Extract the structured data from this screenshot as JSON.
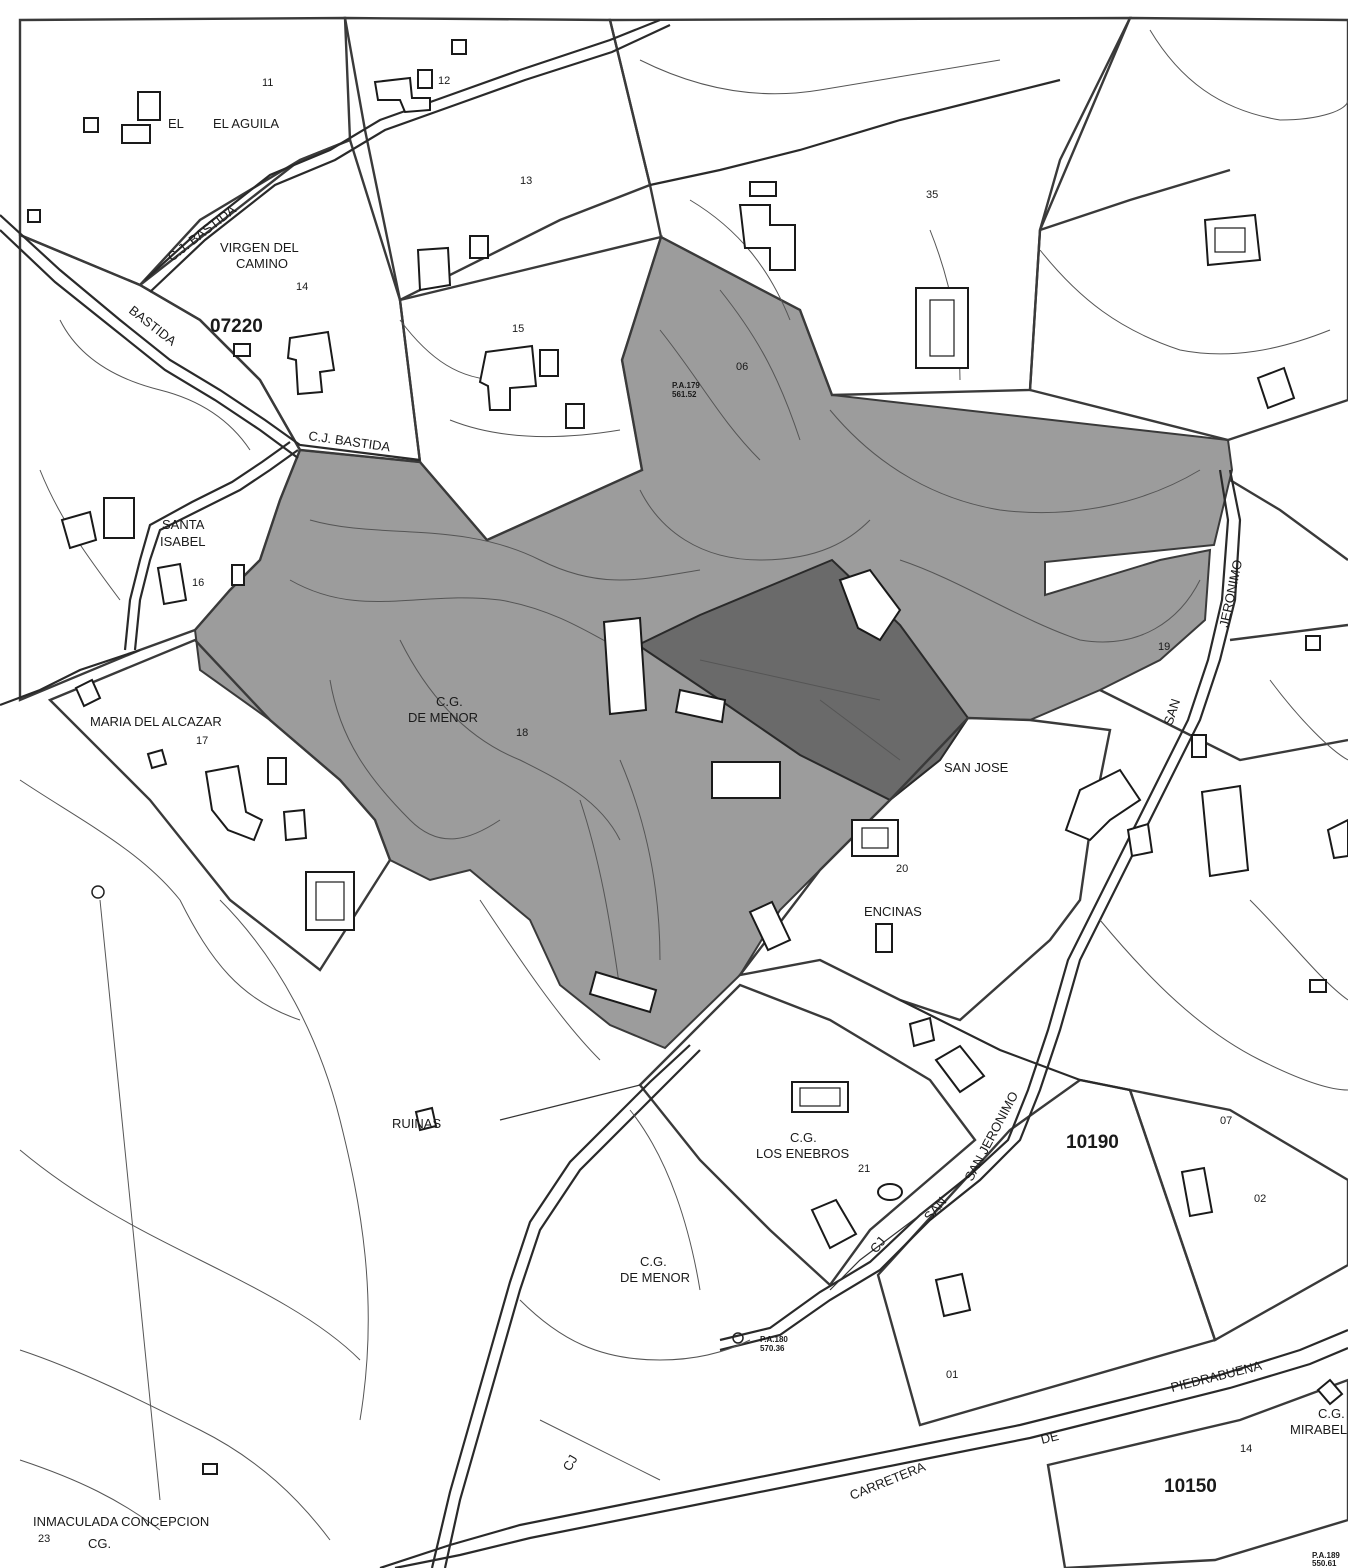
{
  "map": {
    "colors": {
      "background": "#ffffff",
      "zone_light": "#9c9c9c",
      "zone_dark": "#6a6a6a",
      "lines": "#2a2a2a"
    },
    "place_names": {
      "el": "EL",
      "el_aguila": "EL AGUILA",
      "virgen_del": "VIRGEN DEL",
      "camino": "CAMINO",
      "santa": "SANTA",
      "isabel": "ISABEL",
      "maria_del_alcazar": "MARIA DEL ALCAZAR",
      "cg_demenor_1_a": "C.G.",
      "cg_demenor_1_b": "DE MENOR",
      "san_jose": "SAN JOSE",
      "encinas": "ENCINAS",
      "ruinas": "RUINAS",
      "cg_enebros_a": "C.G.",
      "cg_enebros_b": "LOS ENEBROS",
      "cg_demenor_2_a": "C.G.",
      "cg_demenor_2_b": "DE MENOR",
      "inmaculada": "INMACULADA CONCEPCION",
      "cg_small": "CG.",
      "cg_mirabel_a": "C.G.",
      "cg_mirabel_b": "MIRABEL"
    },
    "road_names": {
      "cj_bastida_1": "C.J. BASTIDA",
      "bastida": "BASTIDA",
      "cj_bastida_2": "C.J. BASTIDA",
      "san_jeronimo_1": "SAN",
      "san_jeronimo_2": "JERONIMO",
      "san_jeronimo_3": "SAN JERONIMO",
      "cj_san_a": "CJ",
      "cj_san_b": "SAN",
      "carretera": "CARRETERA",
      "de": "DE",
      "piedrabuena": "PIEDRABUENA",
      "cj_lower": "CJ"
    },
    "zone_codes": {
      "z07220": "07220",
      "z10190": "10190",
      "z10150": "10150"
    },
    "parcel_numbers": {
      "p11": "11",
      "p12": "12",
      "p13": "13",
      "p14": "14",
      "p15": "15",
      "p06": "06",
      "p35": "35",
      "p16": "16",
      "p17": "17",
      "p18": "18",
      "p19": "19",
      "p20": "20",
      "p21": "21",
      "p01": "01",
      "p02": "02",
      "p07": "07",
      "p14b": "14",
      "p23": "23"
    },
    "survey_marks": {
      "pa179_a": "P.A.179",
      "pa179_b": "561.52",
      "pa180_a": "P.A.180",
      "pa180_b": "570.36",
      "pa189_a": "P.A.189",
      "pa189_b": "550.61"
    }
  }
}
